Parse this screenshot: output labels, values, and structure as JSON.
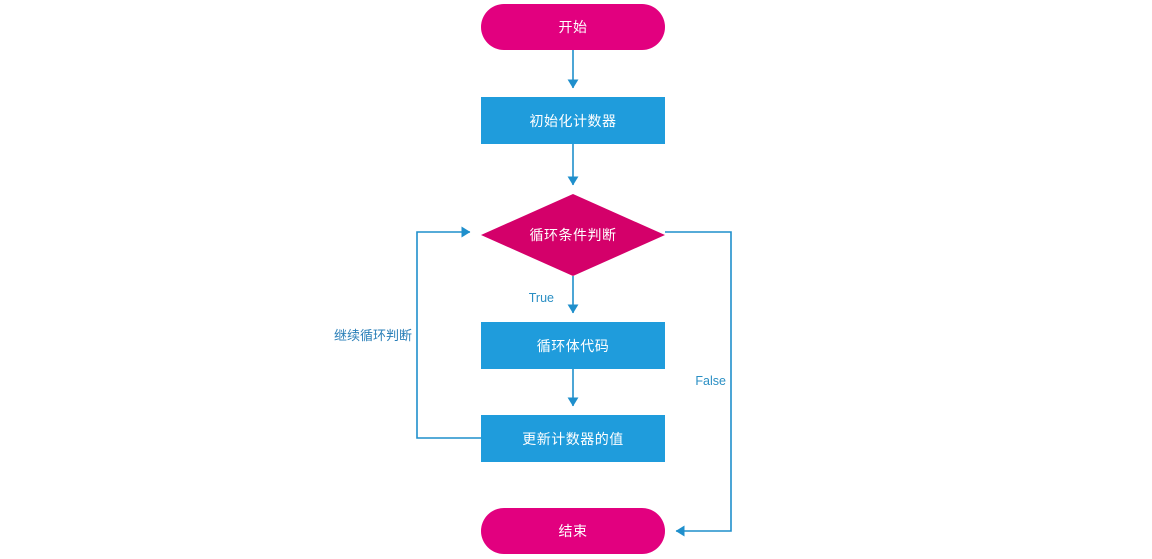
{
  "diagram": {
    "title": "loop-flowchart",
    "colors": {
      "terminal": "#E2007F",
      "decision": "#D4006A",
      "process": "#1F9CDC",
      "edge": "#1F8FCC",
      "edge_label": "#2A8FC4",
      "node_text": "#FFFFFF",
      "background": "#FFFFFF"
    },
    "nodes": [
      {
        "id": "start",
        "type": "terminal",
        "label": "开始"
      },
      {
        "id": "init",
        "type": "process",
        "label": "初始化计数器"
      },
      {
        "id": "cond",
        "type": "decision",
        "label": "循环条件判断"
      },
      {
        "id": "body",
        "type": "process",
        "label": "循环体代码"
      },
      {
        "id": "update",
        "type": "process",
        "label": "更新计数器的值"
      },
      {
        "id": "end",
        "type": "terminal",
        "label": "结束"
      }
    ],
    "edge_labels": [
      {
        "id": "true",
        "label": "True"
      },
      {
        "id": "false",
        "label": "False"
      },
      {
        "id": "loopback",
        "label": "继续循环判断"
      }
    ]
  }
}
